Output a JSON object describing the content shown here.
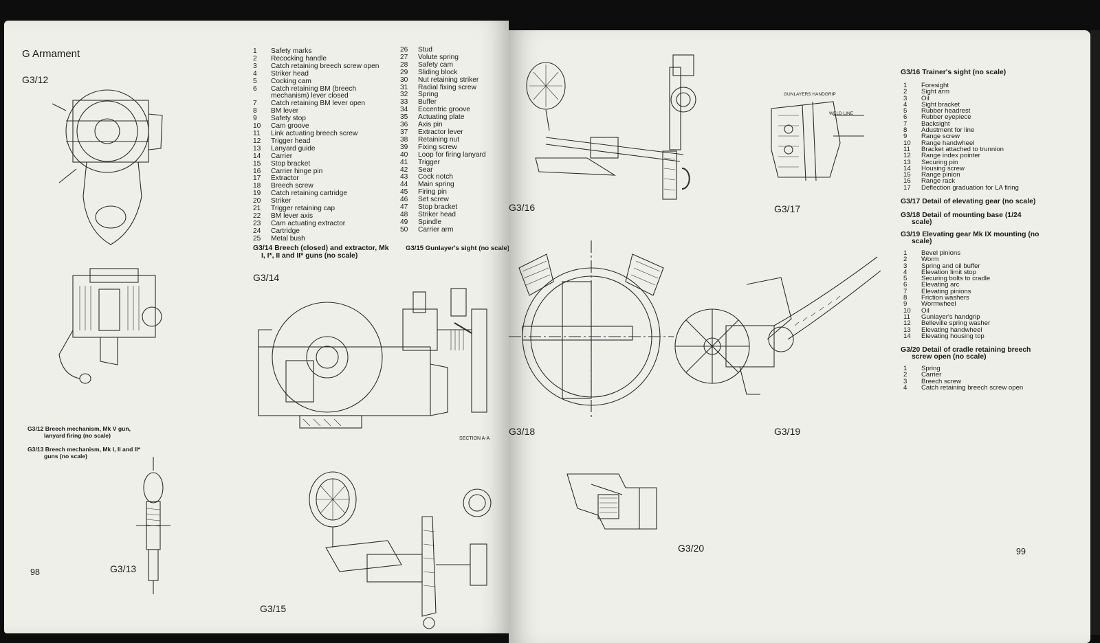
{
  "left_page": {
    "section_title": "G  Armament",
    "page_number": "98",
    "figures": {
      "g3_12": "G3/12",
      "g3_13": "G3/13",
      "g3_14": "G3/14",
      "g3_15": "G3/15"
    },
    "legend_col1": [
      {
        "n": "1",
        "t": "Safety marks"
      },
      {
        "n": "2",
        "t": "Recocking handle"
      },
      {
        "n": "3",
        "t": "Catch retaining breech screw open"
      },
      {
        "n": "4",
        "t": "Striker head"
      },
      {
        "n": "5",
        "t": "Cocking cam"
      },
      {
        "n": "6",
        "t": "Catch retaining BM (breech"
      },
      {
        "n": "",
        "t": "mechanism) lever closed"
      },
      {
        "n": "7",
        "t": "Catch retaining BM lever open"
      },
      {
        "n": "8",
        "t": "BM lever"
      },
      {
        "n": "9",
        "t": "Safety stop"
      },
      {
        "n": "10",
        "t": "Cam groove"
      },
      {
        "n": "11",
        "t": "Link actuating breech screw"
      },
      {
        "n": "12",
        "t": "Trigger head"
      },
      {
        "n": "13",
        "t": "Lanyard guide"
      },
      {
        "n": "14",
        "t": "Carrier"
      },
      {
        "n": "15",
        "t": "Stop bracket"
      },
      {
        "n": "16",
        "t": "Carrier hinge pin"
      },
      {
        "n": "17",
        "t": "Extractor"
      },
      {
        "n": "18",
        "t": "Breech screw"
      },
      {
        "n": "19",
        "t": "Catch retaining cartridge"
      },
      {
        "n": "20",
        "t": "Striker"
      },
      {
        "n": "21",
        "t": "Trigger retaining cap"
      },
      {
        "n": "22",
        "t": "BM lever axis"
      },
      {
        "n": "23",
        "t": "Cam actuating extractor"
      },
      {
        "n": "24",
        "t": "Cartridge"
      },
      {
        "n": "25",
        "t": "Metal bush"
      }
    ],
    "legend_col2": [
      {
        "n": "26",
        "t": "Stud"
      },
      {
        "n": "27",
        "t": "Volute spring"
      },
      {
        "n": "28",
        "t": "Safety cam"
      },
      {
        "n": "29",
        "t": "Sliding block"
      },
      {
        "n": "30",
        "t": "Nut retaining striker"
      },
      {
        "n": "31",
        "t": "Radial fixing screw"
      },
      {
        "n": "32",
        "t": "Spring"
      },
      {
        "n": "33",
        "t": "Buffer"
      },
      {
        "n": "34",
        "t": "Eccentric groove"
      },
      {
        "n": "35",
        "t": "Actuating plate"
      },
      {
        "n": "36",
        "t": "Axis pin"
      },
      {
        "n": "37",
        "t": "Extractor lever"
      },
      {
        "n": "38",
        "t": "Retaining nut"
      },
      {
        "n": "39",
        "t": "Fixing screw"
      },
      {
        "n": "40",
        "t": "Loop for firing lanyard"
      },
      {
        "n": "41",
        "t": "Trigger"
      },
      {
        "n": "42",
        "t": "Sear"
      },
      {
        "n": "43",
        "t": "Cock notch"
      },
      {
        "n": "44",
        "t": "Main spring"
      },
      {
        "n": "45",
        "t": "Firing pin"
      },
      {
        "n": "46",
        "t": "Set screw"
      },
      {
        "n": "47",
        "t": "Stop bracket"
      },
      {
        "n": "48",
        "t": "Striker head"
      },
      {
        "n": "49",
        "t": "Spindle"
      },
      {
        "n": "50",
        "t": "Carrier arm"
      }
    ],
    "captions": {
      "g3_14_line1": "G3/14 Breech (closed) and extractor, Mk",
      "g3_14_line2": "I, I*, II and II* guns (no scale)",
      "g3_15": "G3/15 Gunlayer's sight (no scale)",
      "g3_12_line1": "G3/12 Breech mechanism, Mk V gun,",
      "g3_12_line2": "lanyard firing (no scale)",
      "g3_13_line1": "G3/13 Breech mechanism, Mk I, II and II*",
      "g3_13_line2": "guns (no scale)"
    },
    "drawing_text": {
      "section_aa": "SECTION A-A"
    }
  },
  "right_page": {
    "page_number": "99",
    "figures": {
      "g3_16": "G3/16",
      "g3_17": "G3/17",
      "g3_18": "G3/18",
      "g3_19": "G3/19",
      "g3_20": "G3/20"
    },
    "drawing_text": {
      "handgrip": "GUNLAYERS HANDGRIP",
      "weld_line": "WELD LINE"
    },
    "g3_16_title": "G3/16 Trainer's sight (no scale)",
    "g3_16_legend": [
      {
        "n": "1",
        "t": "Foresight"
      },
      {
        "n": "2",
        "t": "Sight arm"
      },
      {
        "n": "3",
        "t": "Oil"
      },
      {
        "n": "4",
        "t": "Sight bracket"
      },
      {
        "n": "5",
        "t": "Rubber headrest"
      },
      {
        "n": "6",
        "t": "Rubber eyepiece"
      },
      {
        "n": "7",
        "t": "Backsight"
      },
      {
        "n": "8",
        "t": "Adustment for line"
      },
      {
        "n": "9",
        "t": "Range screw"
      },
      {
        "n": "10",
        "t": "Range handwheel"
      },
      {
        "n": "11",
        "t": "Bracket attached to trunnion"
      },
      {
        "n": "12",
        "t": "Range index pointer"
      },
      {
        "n": "13",
        "t": "Securing pin"
      },
      {
        "n": "14",
        "t": "Housing screw"
      },
      {
        "n": "15",
        "t": "Range pinion"
      },
      {
        "n": "16",
        "t": "Range rack"
      },
      {
        "n": "17",
        "t": "Deflection graduation for LA firing"
      }
    ],
    "g3_17_title": "G3/17 Detail of elevating gear (no scale)",
    "g3_18_title_l1": "G3/18 Detail of mounting base (1/24",
    "g3_18_title_l2": "scale)",
    "g3_19_title_l1": "G3/19 Elevating gear Mk IX mounting (no",
    "g3_19_title_l2": "scale)",
    "g3_19_legend": [
      {
        "n": "1",
        "t": "Bevel pinions"
      },
      {
        "n": "2",
        "t": "Worm"
      },
      {
        "n": "3",
        "t": "Spring and oil buffer"
      },
      {
        "n": "4",
        "t": "Elevation limit stop"
      },
      {
        "n": "5",
        "t": "Securing bolts to cradle"
      },
      {
        "n": "6",
        "t": "Elevating arc"
      },
      {
        "n": "7",
        "t": "Elevating pinions"
      },
      {
        "n": "8",
        "t": "Friction washers"
      },
      {
        "n": "9",
        "t": "Wormwheel"
      },
      {
        "n": "10",
        "t": "Oil"
      },
      {
        "n": "11",
        "t": "Gunlayer's handgrip"
      },
      {
        "n": "12",
        "t": "Belleville spring washer"
      },
      {
        "n": "13",
        "t": "Elevating handwheel"
      },
      {
        "n": "14",
        "t": "Elevating housing top"
      }
    ],
    "g3_20_title_l1": "G3/20 Detail of cradle retaining breech",
    "g3_20_title_l2": "screw open (no scale)",
    "g3_20_legend": [
      {
        "n": "1",
        "t": "Spring"
      },
      {
        "n": "2",
        "t": "Carrier"
      },
      {
        "n": "3",
        "t": "Breech screw"
      },
      {
        "n": "4",
        "t": "Catch retaining breech screw open"
      }
    ]
  },
  "colors": {
    "paper": "#efefe9",
    "ink": "#1a1a1a",
    "background": "#0d0d0d"
  }
}
